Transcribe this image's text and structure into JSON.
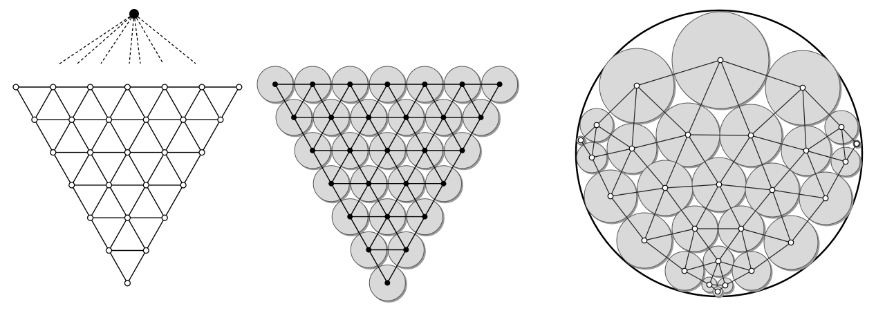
{
  "colors": {
    "background": "#ffffff",
    "line": "#000000",
    "disk_fill": "#d9d9d9",
    "disk_shadow": "#9a9a9a",
    "hollow_node": "#ffffff",
    "solid_node": "#000000"
  },
  "panels": [
    {
      "id": "triangular-lattice",
      "description_type": "triangulated triangle graph with dashed rays from apex point",
      "rows": 7,
      "node_style": "hollow",
      "apex_point": "solid-dot",
      "rays": "dashed"
    },
    {
      "id": "disk-packing-triangle",
      "rows": 7,
      "node_style": "solid",
      "disks": "shaded"
    },
    {
      "id": "circle-packing-in-circle",
      "node_style": "hollow",
      "disks": "shaded",
      "boundary": "circle"
    }
  ]
}
